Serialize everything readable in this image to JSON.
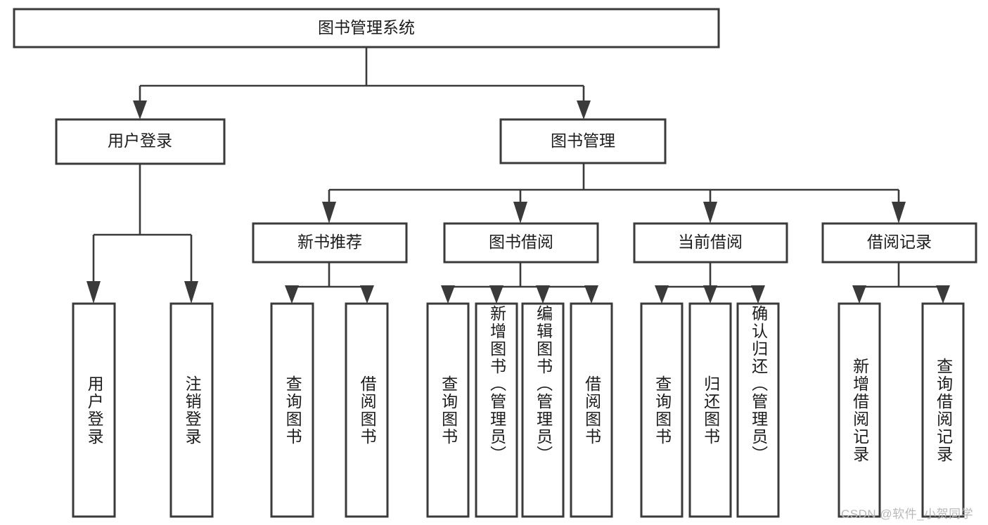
{
  "diagram": {
    "title": "图书管理系统",
    "type": "tree-hierarchy",
    "orientation": "top-down",
    "style": {
      "box_fill": "#ffffff",
      "box_stroke": "#3a3a3a",
      "line_color": "#3a3a3a",
      "text_color": "#1c1c1c",
      "background": "#ffffff"
    },
    "root": {
      "label": "图书管理系统",
      "level": 0
    },
    "level1": [
      {
        "label": "用户登录"
      },
      {
        "label": "图书管理"
      }
    ],
    "level2": [
      {
        "label": "新书推荐",
        "parent": "图书管理"
      },
      {
        "label": "图书借阅",
        "parent": "图书管理"
      },
      {
        "label": "当前借阅",
        "parent": "图书管理"
      },
      {
        "label": "借阅记录",
        "parent": "图书管理"
      }
    ],
    "leaves": {
      "user_login": [
        {
          "label": "用户登录"
        },
        {
          "label": "注销登录"
        }
      ],
      "new_book_recommend": [
        {
          "label": "查询图书"
        },
        {
          "label": "借阅图书"
        }
      ],
      "book_borrow": [
        {
          "label": "查询图书"
        },
        {
          "label": "新增图书（管理员）"
        },
        {
          "label": "编辑图书（管理员）"
        },
        {
          "label": "借阅图书"
        }
      ],
      "current_borrow": [
        {
          "label": "查询图书"
        },
        {
          "label": "归还图书"
        },
        {
          "label": "确认归还（管理员）"
        }
      ],
      "borrow_records": [
        {
          "label": "新增借阅记录"
        },
        {
          "label": "查询借阅记录"
        }
      ]
    }
  },
  "watermark": {
    "text": "CSDN @软件_小贺同学"
  }
}
